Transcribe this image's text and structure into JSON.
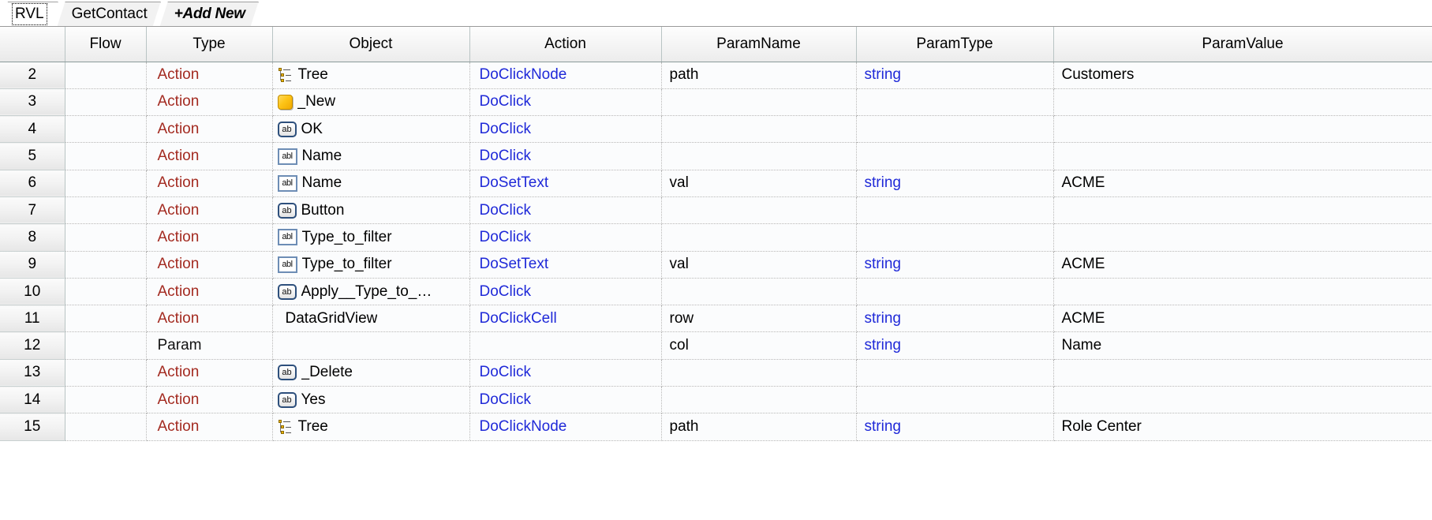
{
  "tabs": [
    {
      "label": "RVL",
      "selected": true,
      "italic": false
    },
    {
      "label": "GetContact",
      "selected": false,
      "italic": false
    },
    {
      "label": "+Add New",
      "selected": false,
      "italic": true
    }
  ],
  "grid": {
    "columns": [
      {
        "key": "rowhdr",
        "label": ""
      },
      {
        "key": "flow",
        "label": "Flow"
      },
      {
        "key": "type",
        "label": "Type"
      },
      {
        "key": "object",
        "label": "Object"
      },
      {
        "key": "action",
        "label": "Action"
      },
      {
        "key": "pname",
        "label": "ParamName"
      },
      {
        "key": "ptype",
        "label": "ParamType"
      },
      {
        "key": "pvalue",
        "label": "ParamValue"
      }
    ],
    "rows": [
      {
        "num": "2",
        "flow": "",
        "type": "Action",
        "icon": "tree-icon",
        "object": "Tree",
        "action": "DoClickNode",
        "pname": "path",
        "ptype": "string",
        "pvalue": "Customers"
      },
      {
        "num": "3",
        "flow": "",
        "type": "Action",
        "icon": "form-icon",
        "object": "_New",
        "action": "DoClick",
        "pname": "",
        "ptype": "",
        "pvalue": ""
      },
      {
        "num": "4",
        "flow": "",
        "type": "Action",
        "icon": "button-icon",
        "object": "OK",
        "action": "DoClick",
        "pname": "",
        "ptype": "",
        "pvalue": ""
      },
      {
        "num": "5",
        "flow": "",
        "type": "Action",
        "icon": "textbox-icon",
        "object": "Name",
        "action": "DoClick",
        "pname": "",
        "ptype": "",
        "pvalue": ""
      },
      {
        "num": "6",
        "flow": "",
        "type": "Action",
        "icon": "textbox-icon",
        "object": "Name",
        "action": "DoSetText",
        "pname": "val",
        "ptype": "string",
        "pvalue": "ACME"
      },
      {
        "num": "7",
        "flow": "",
        "type": "Action",
        "icon": "button-icon",
        "object": "Button",
        "action": "DoClick",
        "pname": "",
        "ptype": "",
        "pvalue": ""
      },
      {
        "num": "8",
        "flow": "",
        "type": "Action",
        "icon": "textbox-icon",
        "object": "Type_to_filter",
        "action": "DoClick",
        "pname": "",
        "ptype": "",
        "pvalue": ""
      },
      {
        "num": "9",
        "flow": "",
        "type": "Action",
        "icon": "textbox-icon",
        "object": "Type_to_filter",
        "action": "DoSetText",
        "pname": "val",
        "ptype": "string",
        "pvalue": "ACME"
      },
      {
        "num": "10",
        "flow": "",
        "type": "Action",
        "icon": "button-icon",
        "object": "Apply__Type_to_…",
        "action": "DoClick",
        "pname": "",
        "ptype": "",
        "pvalue": ""
      },
      {
        "num": "11",
        "flow": "",
        "type": "Action",
        "icon": "none",
        "object": "DataGridView",
        "action": "DoClickCell",
        "pname": "row",
        "ptype": "string",
        "pvalue": "ACME"
      },
      {
        "num": "12",
        "flow": "",
        "type": "Param",
        "icon": "none",
        "object": "",
        "action": "",
        "pname": "col",
        "ptype": "string",
        "pvalue": "Name"
      },
      {
        "num": "13",
        "flow": "",
        "type": "Action",
        "icon": "button-icon",
        "object": "_Delete",
        "action": "DoClick",
        "pname": "",
        "ptype": "",
        "pvalue": ""
      },
      {
        "num": "14",
        "flow": "",
        "type": "Action",
        "icon": "button-icon",
        "object": "Yes",
        "action": "DoClick",
        "pname": "",
        "ptype": "",
        "pvalue": ""
      },
      {
        "num": "15",
        "flow": "",
        "type": "Action",
        "icon": "tree-icon",
        "object": "Tree",
        "action": "DoClickNode",
        "pname": "path",
        "ptype": "string",
        "pvalue": "Role Center"
      }
    ]
  },
  "colors": {
    "type_action": "#a32a20",
    "type_param": "#111111",
    "action_text": "#1f29d8",
    "paramtype_text": "#1f29d8",
    "grid_background": "#fbfcfd",
    "header_background": "#f2f2f2"
  }
}
